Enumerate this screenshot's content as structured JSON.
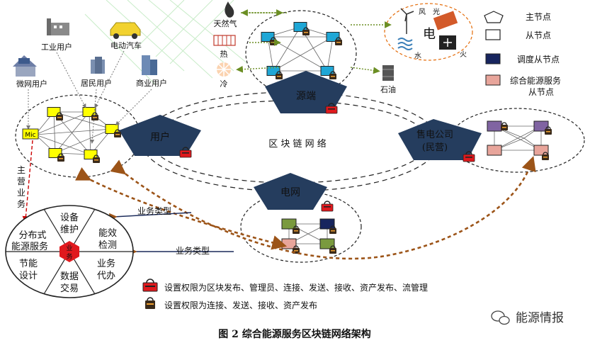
{
  "diagram": {
    "caption": "图 2  综合能源服务区块链网络架构",
    "center_label": "区  块  链  网  络",
    "pentagons": {
      "source": "源端",
      "user": "用户",
      "grid": "电网",
      "seller_line1": "售电公司",
      "seller_line2": "(民营)"
    },
    "user_types": {
      "industrial": "工业用户",
      "ev": "电动汽车",
      "microgrid": "微网用户",
      "residential": "居民用户",
      "commercial": "商业用户",
      "mic": "Mic"
    },
    "energy_sources": {
      "gas": "天然气",
      "heat": "热",
      "cold": "冷",
      "oil": "石油",
      "wind": "风",
      "solar": "光",
      "electric": "电",
      "water": "水",
      "fire": "火"
    },
    "legend": {
      "master": "主节点",
      "slave": "从节点",
      "dispatch": "调度从节点",
      "service_line1": "综合能源服务",
      "service_line2": "从节点"
    },
    "arrows": {
      "main_business": [
        "主",
        "营",
        "业",
        "务"
      ],
      "business_type_1": "业务类型",
      "business_type_2": "业务类型"
    },
    "services": {
      "center_line1": "业",
      "center_line2": "务",
      "equipment_line1": "设备",
      "equipment_line2": "维护",
      "efficiency_line1": "能效",
      "efficiency_line2": "检测",
      "distributed_line1": "分布式",
      "distributed_line2": "能源服务",
      "proxy_line1": "业务",
      "proxy_line2": "代办",
      "saving_line1": "节能",
      "saving_line2": "设计",
      "trade_line1": "数据",
      "trade_line2": "交易"
    },
    "permissions": {
      "red": "设置权限为区块发布、管理员、连接、发送、接收、资产发布、流管理",
      "black": "设置权限为连接、发送、接收、资产发布"
    },
    "watermark": "能源情报",
    "colors": {
      "pentagon": "#253d5e",
      "yellow_node": "#ffff00",
      "blue_node": "#1fa7d6",
      "navy_node": "#17255e",
      "pink_node": "#e8a59b",
      "olive_node": "#7a9a3e",
      "purple_node": "#8064a2",
      "arrow_brown": "#9c5418",
      "olive_arrow": "#6b8e23",
      "red_lock": "#e0191d",
      "red_line": "#cc0000"
    }
  }
}
